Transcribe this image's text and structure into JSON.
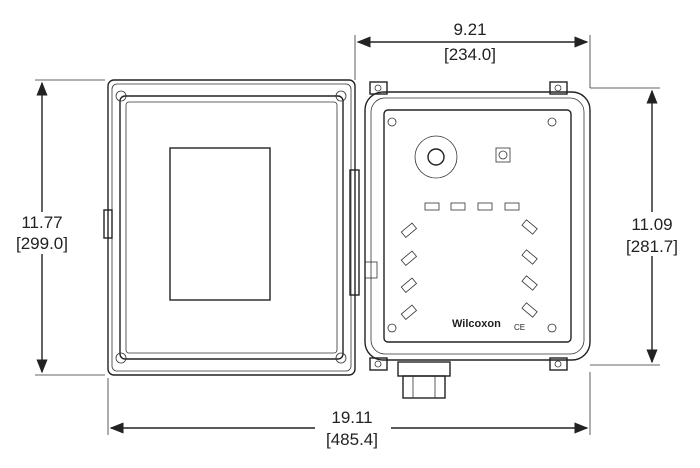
{
  "dimensions": {
    "width_enclosure": {
      "inches": "9.21",
      "mm": "[234.0]"
    },
    "height_door": {
      "inches": "11.77",
      "mm": "[299.0]"
    },
    "height_enclosure": {
      "inches": "11.09",
      "mm": "[281.7]"
    },
    "overall_width": {
      "inches": "19.11",
      "mm": "[485.4]"
    }
  },
  "labels": {
    "brand_logo": "Wilcoxon",
    "ce_mark": "CE"
  },
  "colors": {
    "line": "#222222",
    "background": "#ffffff"
  }
}
